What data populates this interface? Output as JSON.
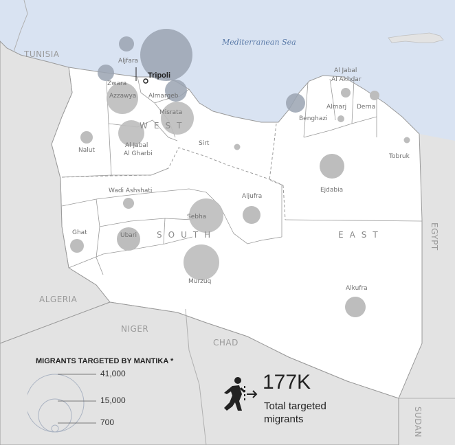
{
  "labels": {
    "sea": "Mediterranean Sea",
    "countries": {
      "tunisia": "TUNISIA",
      "algeria": "ALGERIA",
      "niger": "NIGER",
      "chad": "CHAD",
      "egypt": "EGYPT",
      "sudan": "SUDAN"
    },
    "regions": {
      "west": "WEST",
      "south": "SOUTH",
      "east": "EAST"
    },
    "capital": "Tripoli",
    "districts": {
      "aljfara": "Aljfara",
      "zwara": "Zwara",
      "azzawya": "Azzawya",
      "almargeb": "Almargeb",
      "misrata": "Misrata",
      "nalut": "Nalut",
      "aljabal_algharbi_1": "Al Jabal",
      "aljabal_algharbi_2": "Al Gharbi",
      "sirt": "Sirt",
      "wadi_ashshati": "Wadi Ashshati",
      "sebha": "Sebha",
      "aljufra": "Aljufra",
      "ghat": "Ghat",
      "ubari": "Ubari",
      "murzuq": "Murzuq",
      "benghazi": "Benghazi",
      "aljabal_alakhdar_1": "Al Jabal",
      "aljabal_alakhdar_2": "Al Akhdar",
      "almarj": "Almarj",
      "derna": "Derna",
      "tobruk": "Tobruk",
      "ejdabia": "Ejdabia",
      "alkufra": "Alkufra"
    }
  },
  "legend": {
    "title": "MIGRANTS TARGETED BY MANTIKA *",
    "values": [
      "41,000",
      "15,000",
      "700"
    ]
  },
  "stat": {
    "value": "177K",
    "caption": "Total targeted migrants",
    "icon": "walking-person-arrow-icon"
  },
  "colors": {
    "land": "#ffffff",
    "neighbor": "#e3e3e3",
    "sea": "#d9e3f2",
    "bubble": "#bdbdbd",
    "bubble_coastal": "#9aa3b2",
    "border": "#9a9a9a"
  }
}
